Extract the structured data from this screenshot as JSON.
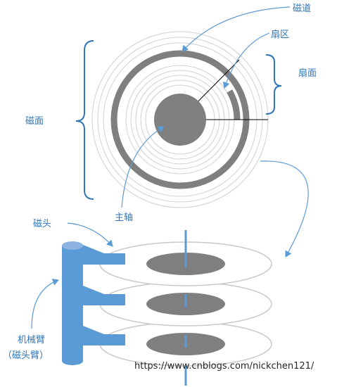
{
  "labels": {
    "track": "磁道",
    "sector": "扇区",
    "sector_face": "扇面",
    "surface": "磁面",
    "spindle": "主轴",
    "head": "磁头",
    "arm_line1": "机械臂",
    "arm_line2": "（磁头臂）"
  },
  "watermark": "https://www.cnblogs.com/nickchen121/",
  "colors": {
    "accent": "#5b9bd5",
    "label_text": "#2e75b6",
    "disk_dark": "#7f7f7f",
    "ring_outline": "#c8c8c8"
  }
}
